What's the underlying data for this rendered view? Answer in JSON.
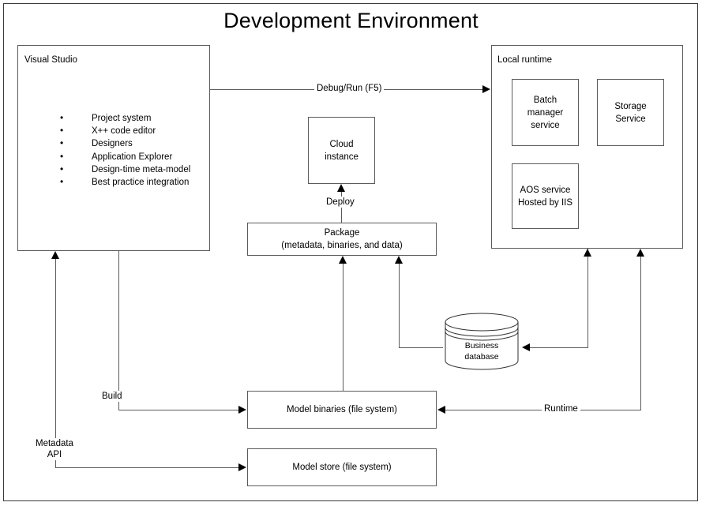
{
  "diagram": {
    "title": "Development Environment",
    "type": "architecture-block-diagram"
  },
  "visual_studio": {
    "title": "Visual Studio",
    "features": [
      "Project system",
      "X++ code editor",
      "Designers",
      "Application Explorer",
      "Design-time meta-model",
      "Best practice integration"
    ]
  },
  "local_runtime": {
    "title": "Local runtime",
    "services": [
      {
        "label": "Batch manager service"
      },
      {
        "label": "Storage Service"
      },
      {
        "label": "AOS service Hosted by IIS"
      }
    ],
    "batch_manager_line1": "Batch",
    "batch_manager_line2": "manager",
    "batch_manager_line3": "service",
    "storage_line1": "Storage",
    "storage_line2": "Service",
    "aos_line1": "AOS service",
    "aos_line2": "Hosted by IIS"
  },
  "cloud_instance": {
    "line1": "Cloud",
    "line2": "instance"
  },
  "package": {
    "line1": "Package",
    "line2": "(metadata, binaries, and data)"
  },
  "database": {
    "line1": "Business",
    "line2": "database"
  },
  "model_binaries": {
    "label": "Model binaries (file system)"
  },
  "model_store": {
    "label": "Model store (file system)"
  },
  "edges": {
    "debug_run": "Debug/Run (F5)",
    "deploy": "Deploy",
    "build": "Build",
    "metadata_api_line1": "Metadata",
    "metadata_api_line2": "API",
    "runtime": "Runtime"
  },
  "colors": {
    "stroke": "#5b5b5b",
    "frame": "#3a3a3a",
    "text": "#000000",
    "background": "#ffffff"
  }
}
